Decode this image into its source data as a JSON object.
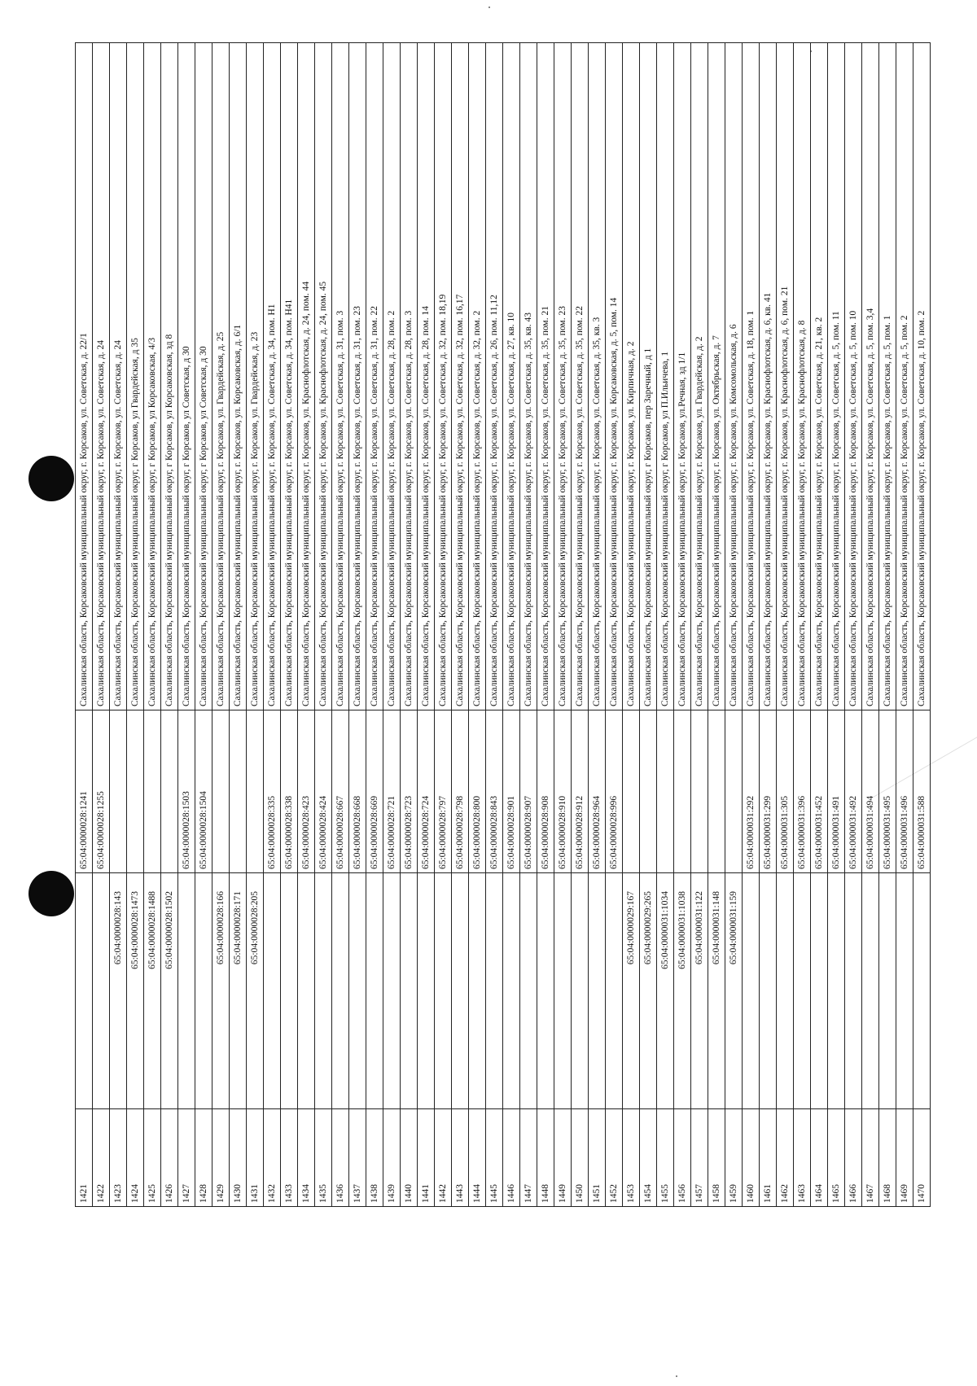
{
  "rows": [
    {
      "num": "1421",
      "cad_structure": "",
      "cad_unit": "65:04:0000028:1241",
      "address": "Сахалинская область, Корсаковский муниципальный округ, г. Корсаков, ул. Советская, д. 22/1"
    },
    {
      "num": "1422",
      "cad_structure": "",
      "cad_unit": "65:04:0000028:1255",
      "address": "Сахалинская область, Корсаковский муниципальный округ, г. Корсаков, ул. Советская, д. 24"
    },
    {
      "num": "1423",
      "cad_structure": "65:04:0000028:143",
      "cad_unit": "",
      "address": "Сахалинская область, Корсаковский муниципальный округ, г. Корсаков, ул. Советская, д. 24"
    },
    {
      "num": "1424",
      "cad_structure": "65:04:0000028:1473",
      "cad_unit": "",
      "address": "Сахалинская область, Корсаковский муниципальный округ, г Корсаков, ул Гвардейская, д 35"
    },
    {
      "num": "1425",
      "cad_structure": "65:04:0000028:1488",
      "cad_unit": "",
      "address": "Сахалинская область, Корсаковский муниципальный округ, г Корсаков, ул Корсаковская, 4/3"
    },
    {
      "num": "1426",
      "cad_structure": "65:04:0000028:1502",
      "cad_unit": "",
      "address": "Сахалинская область, Корсаковский муниципальный округ, г Корсаков, ул Корсаковская, зд 8"
    },
    {
      "num": "1427",
      "cad_structure": "",
      "cad_unit": "65:04:0000028:1503",
      "address": "Сахалинская область, Корсаковский муниципальный округ, г Корсаков, ул Советская, д 30"
    },
    {
      "num": "1428",
      "cad_structure": "",
      "cad_unit": "65:04:0000028:1504",
      "address": "Сахалинская область, Корсаковский муниципальный округ, г Корсаков, ул Советская, д 30"
    },
    {
      "num": "1429",
      "cad_structure": "65:04:0000028:166",
      "cad_unit": "",
      "address": "Сахалинская область, Корсаковский муниципальный округ, г. Корсаков, ул. Гвардейская, д. 25"
    },
    {
      "num": "1430",
      "cad_structure": "65:04:0000028:171",
      "cad_unit": "",
      "address": "Сахалинская область, Корсаковский муниципальный округ, г. Корсаков, ул. Корсаковская, д. 6/1"
    },
    {
      "num": "1431",
      "cad_structure": "65:04:0000028:205",
      "cad_unit": "",
      "address": "Сахалинская область, Корсаковский муниципальный округ, г. Корсаков, ул. Гвардейская, д. 23"
    },
    {
      "num": "1432",
      "cad_structure": "",
      "cad_unit": "65:04:0000028:335",
      "address": "Сахалинская область, Корсаковский муниципальный округ, г. Корсаков, ул. Советская, д. 34, пом. Н1"
    },
    {
      "num": "1433",
      "cad_structure": "",
      "cad_unit": "65:04:0000028:338",
      "address": "Сахалинская область, Корсаковский муниципальный округ, г. Корсаков, ул. Советская, д. 34, пом. Н41"
    },
    {
      "num": "1434",
      "cad_structure": "",
      "cad_unit": "65:04:0000028:423",
      "address": "Сахалинская область, Корсаковский муниципальный округ, г. Корсаков, ул. Краснофлотская, д. 24, пом. 44"
    },
    {
      "num": "1435",
      "cad_structure": "",
      "cad_unit": "65:04:0000028:424",
      "address": "Сахалинская область, Корсаковский муниципальный округ, г. Корсаков, ул. Краснофлотская, д. 24, пом. 45"
    },
    {
      "num": "1436",
      "cad_structure": "",
      "cad_unit": "65:04:0000028:667",
      "address": "Сахалинская область, Корсаковский муниципальный округ, г. Корсаков, ул. Советская, д. 31, пом. 3"
    },
    {
      "num": "1437",
      "cad_structure": "",
      "cad_unit": "65:04:0000028:668",
      "address": "Сахалинская область, Корсаковский муниципальный округ, г. Корсаков, ул. Советская, д. 31, пом. 23"
    },
    {
      "num": "1438",
      "cad_structure": "",
      "cad_unit": "65:04:0000028:669",
      "address": "Сахалинская область, Корсаковский муниципальный округ, г. Корсаков, ул. Советская, д. 31, пом. 22"
    },
    {
      "num": "1439",
      "cad_structure": "",
      "cad_unit": "65:04:0000028:721",
      "address": "Сахалинская область, Корсаковский муниципальный округ, г. Корсаков, ул. Советская, д. 28, пом. 2"
    },
    {
      "num": "1440",
      "cad_structure": "",
      "cad_unit": "65:04:0000028:723",
      "address": "Сахалинская область, Корсаковский муниципальный округ, г. Корсаков, ул. Советская, д. 28, пом. 3"
    },
    {
      "num": "1441",
      "cad_structure": "",
      "cad_unit": "65:04:0000028:724",
      "address": "Сахалинская область, Корсаковский муниципальный округ, г. Корсаков, ул. Советская, д. 28, пом. 14"
    },
    {
      "num": "1442",
      "cad_structure": "",
      "cad_unit": "65:04:0000028:797",
      "address": "Сахалинская область, Корсаковский муниципальный округ, г. Корсаков, ул. Советская, д. 32, пом. 18,19"
    },
    {
      "num": "1443",
      "cad_structure": "",
      "cad_unit": "65:04:0000028:798",
      "address": "Сахалинская область, Корсаковский муниципальный округ, г. Корсаков, ул. Советская, д. 32, пом. 16,17"
    },
    {
      "num": "1444",
      "cad_structure": "",
      "cad_unit": "65:04:0000028:800",
      "address": "Сахалинская область, Корсаковский муниципальный округ, г. Корсаков, ул. Советская, д. 32, пом. 2"
    },
    {
      "num": "1445",
      "cad_structure": "",
      "cad_unit": "65:04:0000028:843",
      "address": "Сахалинская область, Корсаковский муниципальный округ, г. Корсаков, ул. Советская, д. 26, пом. 11,12"
    },
    {
      "num": "1446",
      "cad_structure": "",
      "cad_unit": "65:04:0000028:901",
      "address": "Сахалинская область, Корсаковский муниципальный округ, г. Корсаков, ул. Советская, д. 27, кв. 10"
    },
    {
      "num": "1447",
      "cad_structure": "",
      "cad_unit": "65:04:0000028:907",
      "address": "Сахалинская область, Корсаковский муниципальный округ, г. Корсаков, ул. Советская, д. 35, кв. 43"
    },
    {
      "num": "1448",
      "cad_structure": "",
      "cad_unit": "65:04:0000028:908",
      "address": "Сахалинская область, Корсаковский муниципальный округ, г. Корсаков, ул. Советская, д. 35, пом. 21"
    },
    {
      "num": "1449",
      "cad_structure": "",
      "cad_unit": "65:04:0000028:910",
      "address": "Сахалинская область, Корсаковский муниципальный округ, г. Корсаков, ул. Советская, д. 35, пом. 23"
    },
    {
      "num": "1450",
      "cad_structure": "",
      "cad_unit": "65:04:0000028:912",
      "address": "Сахалинская область, Корсаковский муниципальный округ, г. Корсаков, ул. Советская, д. 35, пом. 22"
    },
    {
      "num": "1451",
      "cad_structure": "",
      "cad_unit": "65:04:0000028:964",
      "address": "Сахалинская область, Корсаковский муниципальный округ, г. Корсаков, ул. Советская, д. 35, кв. 3"
    },
    {
      "num": "1452",
      "cad_structure": "",
      "cad_unit": "65:04:0000028:996",
      "address": "Сахалинская область, Корсаковский муниципальный округ, г. Корсаков, ул. Корсаковская, д. 5, пом. 14"
    },
    {
      "num": "1453",
      "cad_structure": "65:04:0000029:167",
      "cad_unit": "",
      "address": "Сахалинская область, Корсаковский муниципальный округ, г. Корсаков, ул. Кирпичная, д. 2"
    },
    {
      "num": "1454",
      "cad_structure": "65:04:0000029:265",
      "cad_unit": "",
      "address": "Сахалинская область, Корсаковский муниципальный округ, г Корсаков, пер Заречный, д 1"
    },
    {
      "num": "1455",
      "cad_structure": "65:04:0000031:1034",
      "cad_unit": "",
      "address": "Сахалинская область, Корсаковский муниципальный округ, г Корсаков, ул П.Ильичева, 1"
    },
    {
      "num": "1456",
      "cad_structure": "65:04:0000031:1038",
      "cad_unit": "",
      "address": "Сахалинская область, Корсаковский муниципальный округ, г. Корсаков, ул.Речная, зд 1/1"
    },
    {
      "num": "1457",
      "cad_structure": "65:04:0000031:122",
      "cad_unit": "",
      "address": "Сахалинская область, Корсаковский муниципальный округ, г. Корсаков, ул. Гвардейская, д. 2"
    },
    {
      "num": "1458",
      "cad_structure": "65:04:0000031:148",
      "cad_unit": "",
      "address": "Сахалинская область, Корсаковский муниципальный округ, г. Корсаков, ул. Октябрьская, д. 7"
    },
    {
      "num": "1459",
      "cad_structure": "65:04:0000031:159",
      "cad_unit": "",
      "address": "Сахалинская область, Корсаковский муниципальный округ, г. Корсаков, ул. Комсомольская, д. 6"
    },
    {
      "num": "1460",
      "cad_structure": "",
      "cad_unit": "65:04:0000031:292",
      "address": "Сахалинская область, Корсаковский муниципальный округ, г. Корсаков, ул. Советская, д. 18, пом. 1"
    },
    {
      "num": "1461",
      "cad_structure": "",
      "cad_unit": "65:04:0000031:299",
      "address": "Сахалинская область, Корсаковский муниципальный округ, г. Корсаков, ул. Краснофлотская, д. 6, кв. 41"
    },
    {
      "num": "1462",
      "cad_structure": "",
      "cad_unit": "65:04:0000031:305",
      "address": "Сахалинская область, Корсаковский муниципальный округ, г. Корсаков, ул. Краснофлотская, д. 6, пом. 21"
    },
    {
      "num": "1463",
      "cad_structure": "",
      "cad_unit": "65:04:0000031:396",
      "address": "Сахалинская область, Корсаковский муниципальный округ, г. Корсаков, ул. Краснофлотская, д. 8"
    },
    {
      "num": "1464",
      "cad_structure": "",
      "cad_unit": "65:04:0000031:452",
      "address": "Сахалинская область, Корсаковский муниципальный округ, г. Корсаков, ул. Советская, д. 21, кв. 2"
    },
    {
      "num": "1465",
      "cad_structure": "",
      "cad_unit": "65:04:0000031:491",
      "address": "Сахалинская область, Корсаковский муниципальный округ, г. Корсаков, ул. Советская, д. 5, пом. 11"
    },
    {
      "num": "1466",
      "cad_structure": "",
      "cad_unit": "65:04:0000031:492",
      "address": "Сахалинская область, Корсаковский муниципальный округ, г. Корсаков, ул. Советская, д. 5, пом. 10"
    },
    {
      "num": "1467",
      "cad_structure": "",
      "cad_unit": "65:04:0000031:494",
      "address": "Сахалинская область, Корсаковский муниципальный округ, г. Корсаков, ул. Советская, д. 5, пом. 3,4"
    },
    {
      "num": "1468",
      "cad_structure": "",
      "cad_unit": "65:04:0000031:495",
      "address": "Сахалинская область, Корсаковский муниципальный округ, г. Корсаков, ул. Советская, д. 5, пом. 1"
    },
    {
      "num": "1469",
      "cad_structure": "",
      "cad_unit": "65:04:0000031:496",
      "address": "Сахалинская область, Корсаковский муниципальный округ, г. Корсаков, ул. Советская, д. 5, пом. 2"
    },
    {
      "num": "1470",
      "cad_structure": "",
      "cad_unit": "65:04:0000031:588",
      "address": "Сахалинская область, Корсаковский муниципальный округ, г. Корсаков, ул. Советская, д. 10, пом. 2"
    }
  ]
}
